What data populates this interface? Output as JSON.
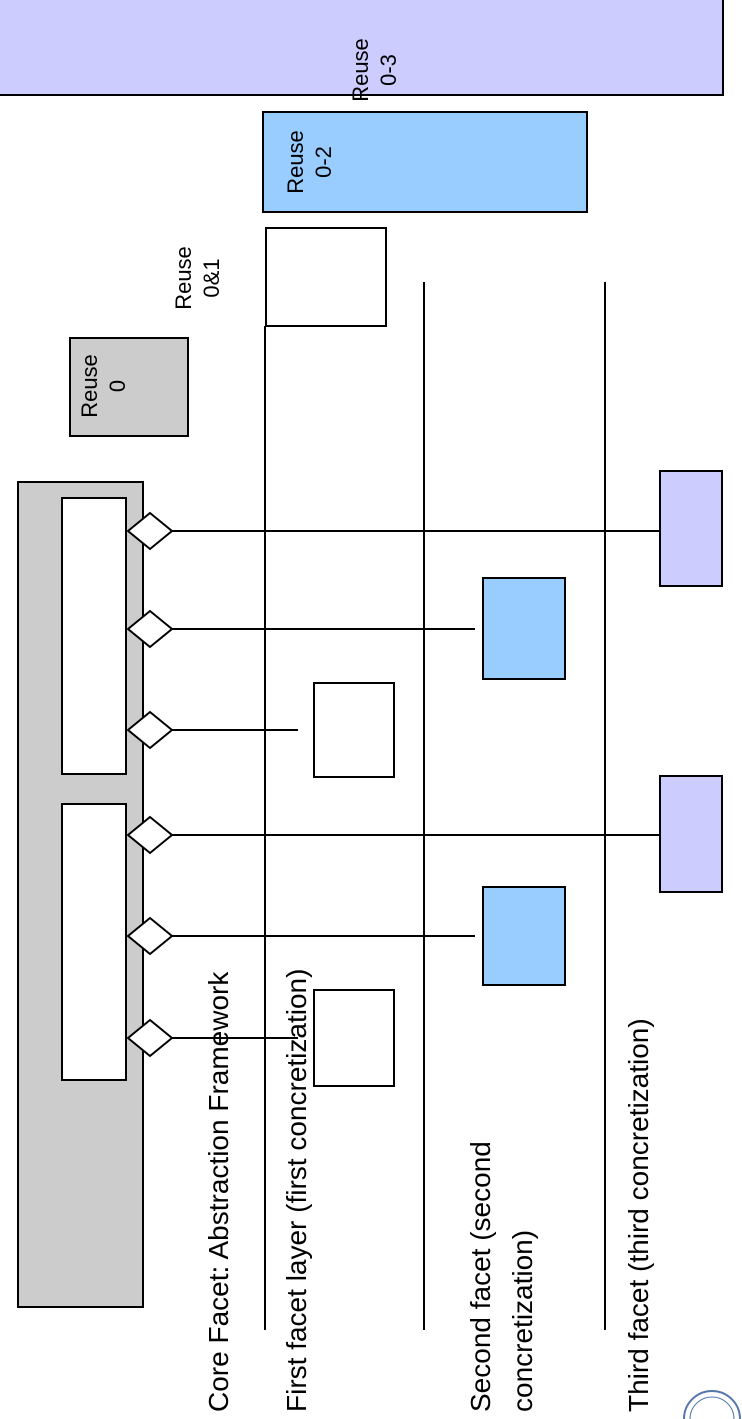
{
  "colors": {
    "reuse0": "#cccccc",
    "reuse01": "#ffffff",
    "reuse02": "#99ccff",
    "reuse03": "#ccccff",
    "core": "#cccccc",
    "stroke": "#000000"
  },
  "reuse": {
    "r0": [
      "Reuse",
      "0"
    ],
    "r01": [
      "Reuse",
      "0&1"
    ],
    "r02": [
      "Reuse",
      "0-2"
    ],
    "r03": [
      "Reuse",
      "0-3"
    ]
  },
  "labels": {
    "core": "Core Facet: Abstraction Framework",
    "first": "First facet layer (first concretization)",
    "second_line1": "Second facet (second",
    "second_line2": "concretization)",
    "third": "Third facet (third concretization)"
  }
}
